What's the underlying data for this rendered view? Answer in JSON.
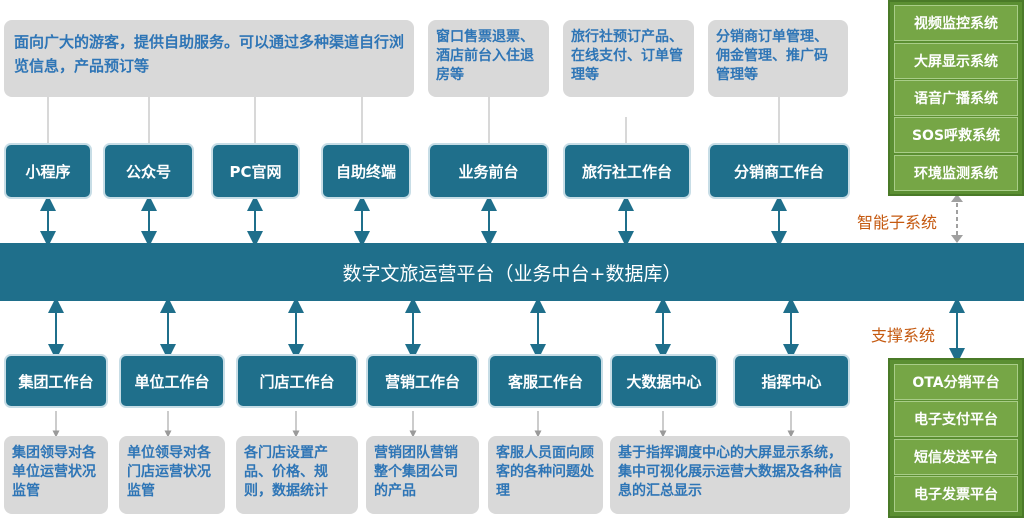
{
  "top_descriptions": [
    "面向广大的游客，提供自助服务。可以通过多种渠道自行浏览信息，产品预订等",
    "窗口售票退票、酒店前台入住退房等",
    "旅行社预订产品、在线支付、订单管理等",
    "分销商订单管理、佣金管理、推广码管理等"
  ],
  "top_nodes": [
    "小程序",
    "公众号",
    "PC官网",
    "自助终端",
    "业务前台",
    "旅行社工作台",
    "分销商工作台"
  ],
  "platform_label": "数字文旅运营平台（业务中台+数据库）",
  "bottom_nodes": [
    "集团工作台",
    "单位工作台",
    "门店工作台",
    "营销工作台",
    "客服工作台",
    "大数据中心",
    "指挥中心"
  ],
  "bottom_descriptions": [
    "集团领导对各单位运营状况监管",
    "单位领导对各门店运营状况监管",
    "各门店设置产品、价格、规则，数据统计",
    "营销团队营销整个集团公司的产品",
    "客服人员面向顾客的各种问题处理",
    "基于指挥调度中心的大屏显示系统，集中可视化展示运营大数据及各种信息的汇总显示"
  ],
  "smart_subsystem": {
    "label": "智能子系统",
    "items": [
      "视频监控系统",
      "大屏显示系统",
      "语音广播系统",
      "SOS呼救系统",
      "环境监测系统"
    ]
  },
  "support_system": {
    "label": "支撑系统",
    "items": [
      "OTA分销平台",
      "电子支付平台",
      "短信发送平台",
      "电子发票平台"
    ]
  },
  "colors": {
    "node_fill": "#1f6f8b",
    "desc_fill": "#d9d9d9",
    "desc_text": "#2e75b6",
    "green_fill": "#76a646",
    "orange_label": "#c55a11"
  }
}
